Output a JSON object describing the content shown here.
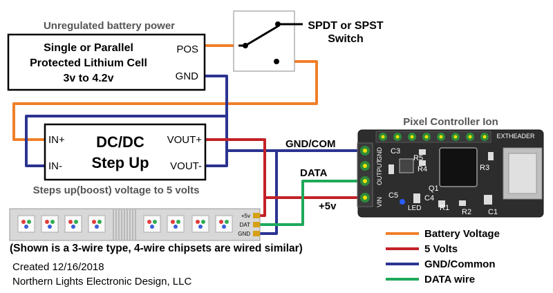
{
  "battery": {
    "header": "Unregulated battery power",
    "line1": "Single or Parallel",
    "line2": "Protected Lithium Cell",
    "line3": "3v to 4.2v",
    "pos_label": "POS",
    "gnd_label": "GND"
  },
  "switch": {
    "line1": "SPDT or SPST",
    "line2": "Switch"
  },
  "converter": {
    "line1": "DC/DC",
    "line2": "Step Up",
    "in_plus": "IN+",
    "in_minus": "IN-",
    "vout_plus": "VOUT+",
    "vout_minus": "VOUT-",
    "caption": "Steps up(boost) voltage to 5 volts"
  },
  "controller": {
    "title": "Pixel Controller Ion",
    "exheader": "EXTHEADER",
    "pin_labels": [
      "VIN",
      "OUTPUT",
      "GND"
    ],
    "components": [
      "C3",
      "R5",
      "R4",
      "R3",
      "Q1",
      "C5",
      "LED",
      "C4",
      "R1",
      "R2",
      "C1"
    ]
  },
  "wire_labels": {
    "gnd": "GND/COM",
    "data": "DATA",
    "plus5": "+5v"
  },
  "strip": {
    "pad_labels": [
      "+5v",
      "DAT",
      "GND"
    ],
    "note": "(Shown is a 3-wire type, 4-wire chipsets are wired similar)"
  },
  "legend": [
    {
      "label": "Battery Voltage",
      "color": "#f07f2a"
    },
    {
      "label": "5 Volts",
      "color": "#c22127"
    },
    {
      "label": "GND/Common",
      "color": "#2b3391"
    },
    {
      "label": "DATA wire",
      "color": "#1fa85a"
    }
  ],
  "credits": {
    "line1": "Created 12/16/2018",
    "line2": "Northern Lights Electronic Design, LLC"
  },
  "colors": {
    "orange": "#f07f2a",
    "red": "#c22127",
    "blue": "#2b3391",
    "green": "#1fa85a",
    "board": "#2d2d2d",
    "header_pin": "#2e8b3a"
  }
}
